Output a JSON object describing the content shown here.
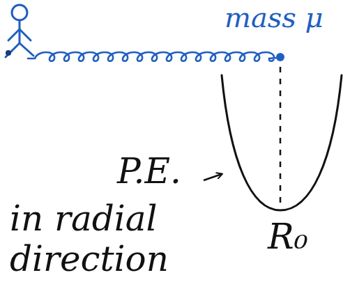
{
  "diagram": {
    "labels": [
      "mass μ",
      "P.E.",
      "in radial direction",
      "R₀"
    ]
  }
}
